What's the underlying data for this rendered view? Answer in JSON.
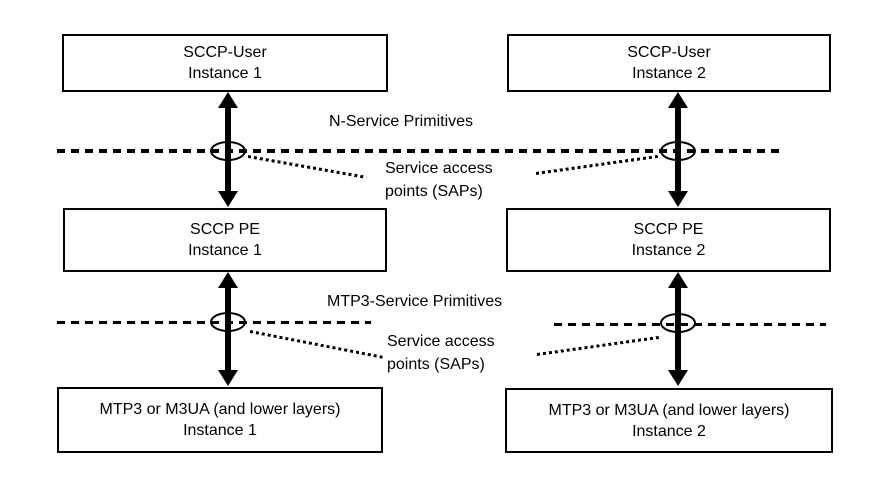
{
  "colors": {
    "line": "#000000",
    "background": "#ffffff",
    "text": "#000000"
  },
  "boxes": {
    "sccp_user_1": {
      "line1": "SCCP-User",
      "line2": "Instance 1"
    },
    "sccp_user_2": {
      "line1": "SCCP-User",
      "line2": "Instance 2"
    },
    "sccp_pe_1": {
      "line1": "SCCP PE",
      "line2": "Instance 1"
    },
    "sccp_pe_2": {
      "line1": "SCCP PE",
      "line2": "Instance 2"
    },
    "mtp3_1": {
      "line1": "MTP3 or M3UA (and lower layers)",
      "line2": "Instance 1"
    },
    "mtp3_2": {
      "line1": "MTP3 or M3UA (and lower layers)",
      "line2": "Instance 2"
    }
  },
  "labels": {
    "n_service_primitives": "N-Service Primitives",
    "mtp3_service_primitives": "MTP3-Service Primitives",
    "sap_top": {
      "line1": "Service access",
      "line2": "points (SAPs)"
    },
    "sap_bottom": {
      "line1": "Service access",
      "line2": "points (SAPs)"
    }
  }
}
